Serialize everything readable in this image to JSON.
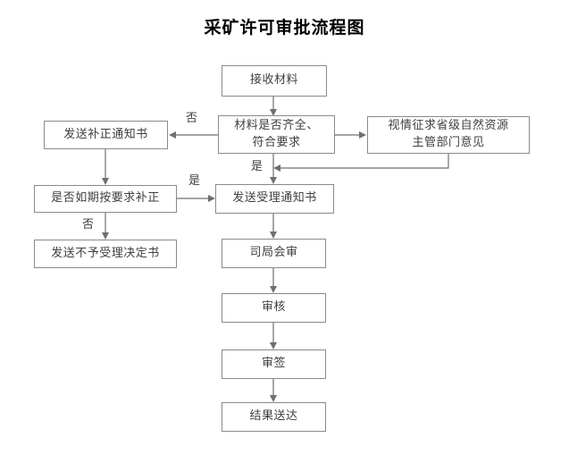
{
  "page": {
    "title": "采矿许可审批流程图",
    "background": "#ffffff",
    "box_border_color": "#8a8a8a",
    "line_color": "#6f6f6f",
    "text_color": "#3f3f3f"
  },
  "nodes": {
    "receive_materials": {
      "label": "接收材料"
    },
    "check_materials": {
      "label": "材料是否齐全、\n符合要求"
    },
    "send_correction_notice": {
      "label": "发送补正通知书"
    },
    "consult_provincial": {
      "label": "视情征求省级自然资源\n主管部门意见"
    },
    "corrected_on_time": {
      "label": "是否如期按要求补正"
    },
    "send_acceptance_notice": {
      "label": "发送受理通知书"
    },
    "send_rejection_decision": {
      "label": "发送不予受理决定书"
    },
    "joint_review": {
      "label": "司局会审"
    },
    "examine": {
      "label": "审核"
    },
    "sign_off": {
      "label": "审签"
    },
    "deliver_result": {
      "label": "结果送达"
    }
  },
  "edge_labels": {
    "check_to_correction_no": "否",
    "check_to_acceptance_yes": "是",
    "corrected_yes": "是",
    "corrected_no": "否"
  }
}
